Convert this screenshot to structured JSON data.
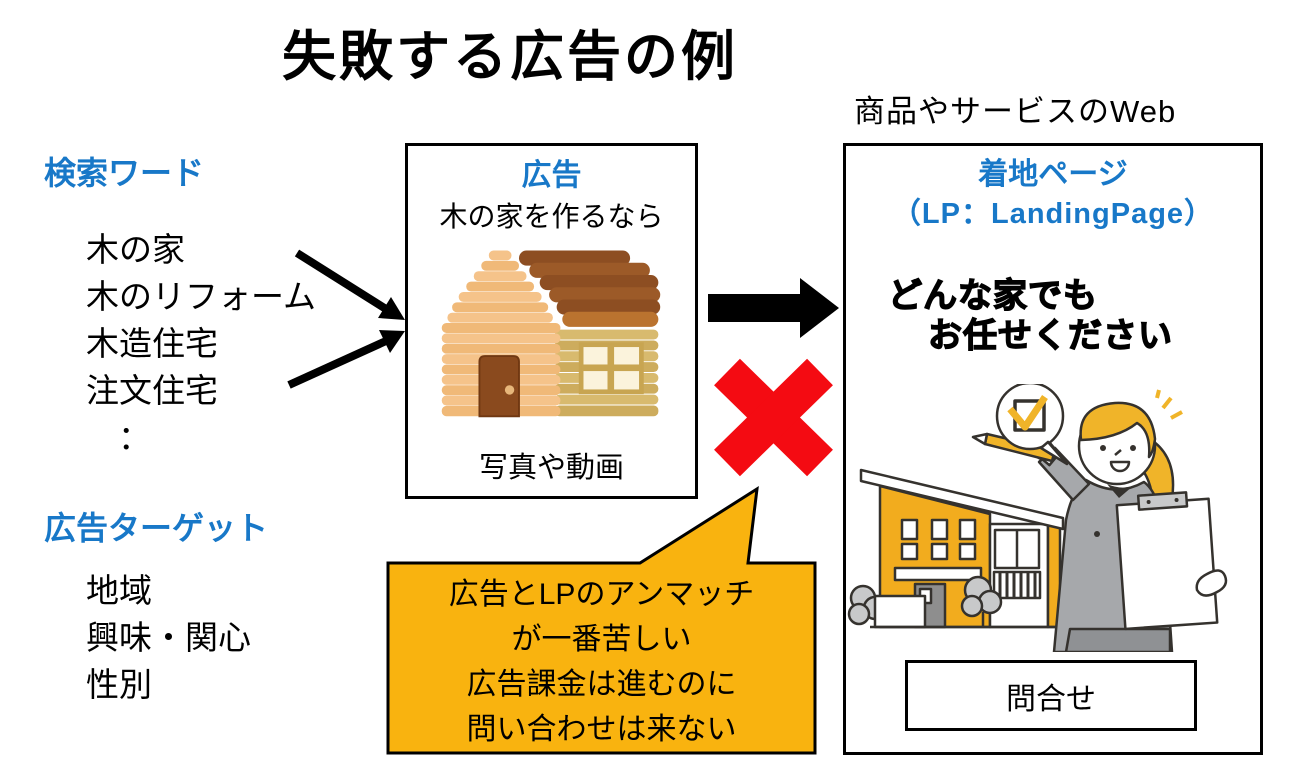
{
  "title": "失敗する広告の例",
  "top_right_note": "商品やサービスのWeb",
  "search": {
    "heading": "検索ワード",
    "items": [
      "木の家",
      "木のリフォーム",
      "木造住宅",
      "注文住宅",
      "："
    ]
  },
  "target": {
    "heading": "広告ターゲット",
    "items": [
      "地域",
      "興味・関心",
      "性別"
    ]
  },
  "ad_box": {
    "title": "広告",
    "headline": "木の家を作るなら",
    "image": "log-house-illustration",
    "caption": "写真や動画"
  },
  "lp_box": {
    "title": "着地ページ",
    "subtitle": "（LP：LandingPage）",
    "headline_line1": "どんな家でも",
    "headline_line2": "お任せください",
    "image": "woman-with-checklist-and-house-illustration",
    "cta": "問合せ"
  },
  "bubble": {
    "lines": [
      "広告とLPのアンマッチ",
      "が一番苦しい",
      "広告課金は進むのに",
      "問い合わせは来ない"
    ]
  },
  "colors": {
    "accent_blue": "#1878C8",
    "bubble_orange": "#F9B30F",
    "error_red": "#F40B12",
    "arrow_black": "#000000",
    "lp_house_yellow": "#F2AC1E",
    "log_light": "#F5C38A",
    "log_roof_brown": "#8D4E22",
    "hair_yellow": "#F0B429"
  }
}
